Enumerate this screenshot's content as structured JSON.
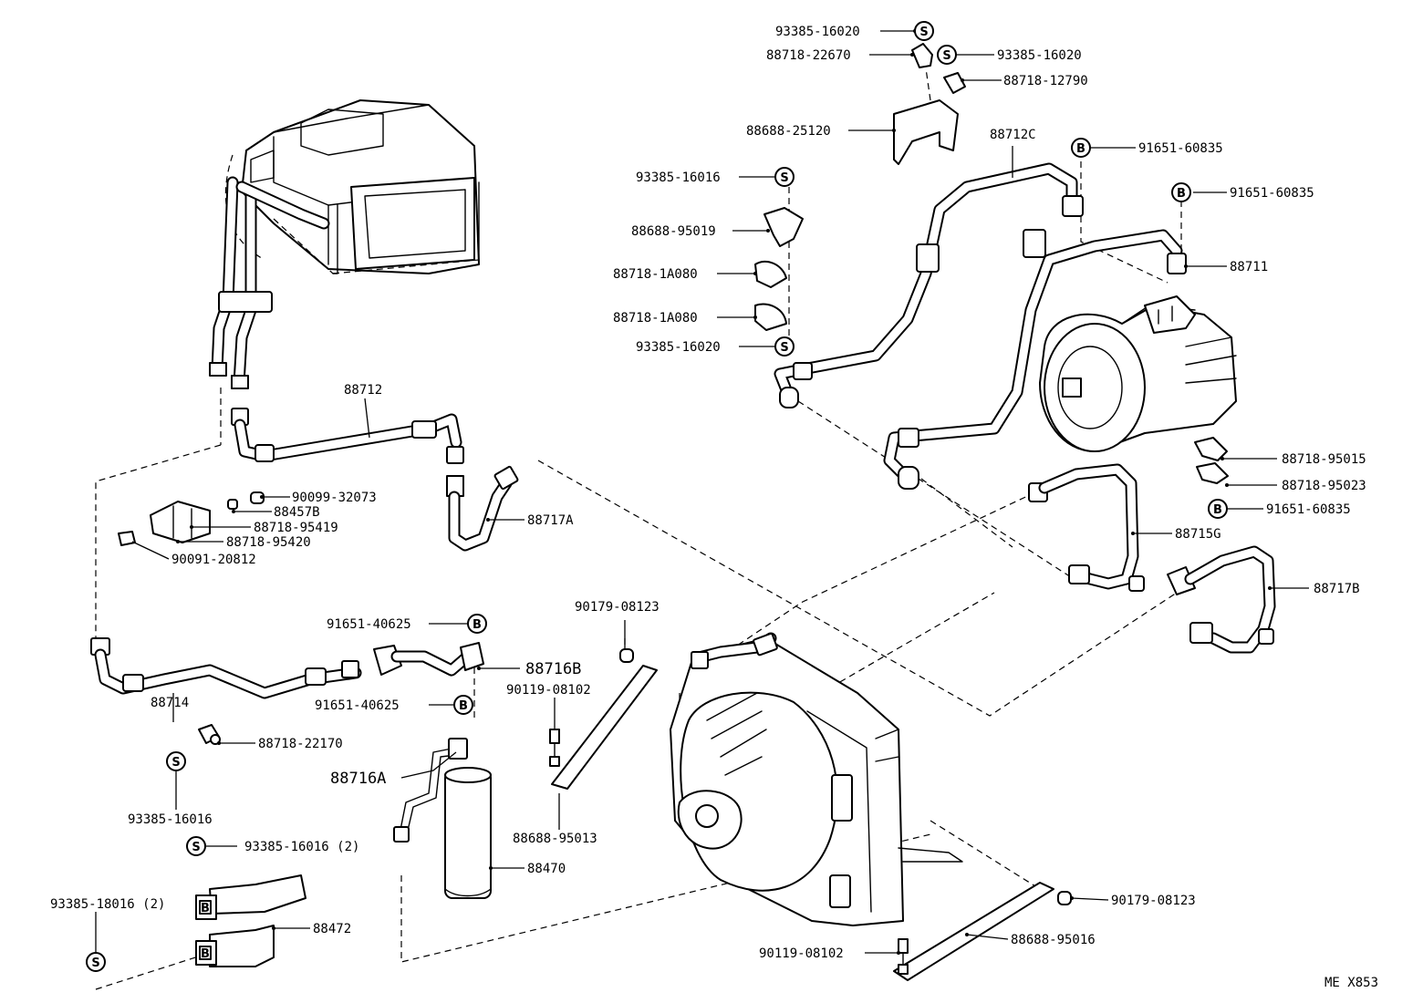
{
  "diagram_code": "ME X853",
  "badges": {
    "s": "S",
    "b": "B"
  },
  "labels": {
    "l1": "93385-16020",
    "l2": "88718-22670",
    "l3": "93385-16020",
    "l4": "88718-12790",
    "l5": "88688-25120",
    "l6": "88712C",
    "l7": "91651-60835",
    "l8": "91651-60835",
    "l9": "93385-16016",
    "l10": "88688-95019",
    "l11": "88718-1A080",
    "l12": "88718-1A080",
    "l13": "93385-16020",
    "l14": "88711",
    "l15": "88712",
    "l16": "90099-32073",
    "l17": "88457B",
    "l18": "88718-95419",
    "l19": "88718-95420",
    "l20": "90091-20812",
    "l21": "88717A",
    "l22": "88718-95015",
    "l23": "88718-95023",
    "l24": "91651-60835",
    "l25": "88715G",
    "l26": "88717B",
    "l27": "90179-08123",
    "l28": "91651-40625",
    "l29": "88716B",
    "l30": "90119-08102",
    "l31": "91651-40625",
    "l32": "88714",
    "l33": "88718-22170",
    "l34": "88716A",
    "l35": "93385-16016",
    "l36": "88688-95013",
    "l37": "93385-16016 (2)",
    "l38": "88470",
    "l39": "93385-18016 (2)",
    "l40": "88472",
    "l41": "90179-08123",
    "l42": "88688-95016",
    "l43": "90119-08102"
  }
}
